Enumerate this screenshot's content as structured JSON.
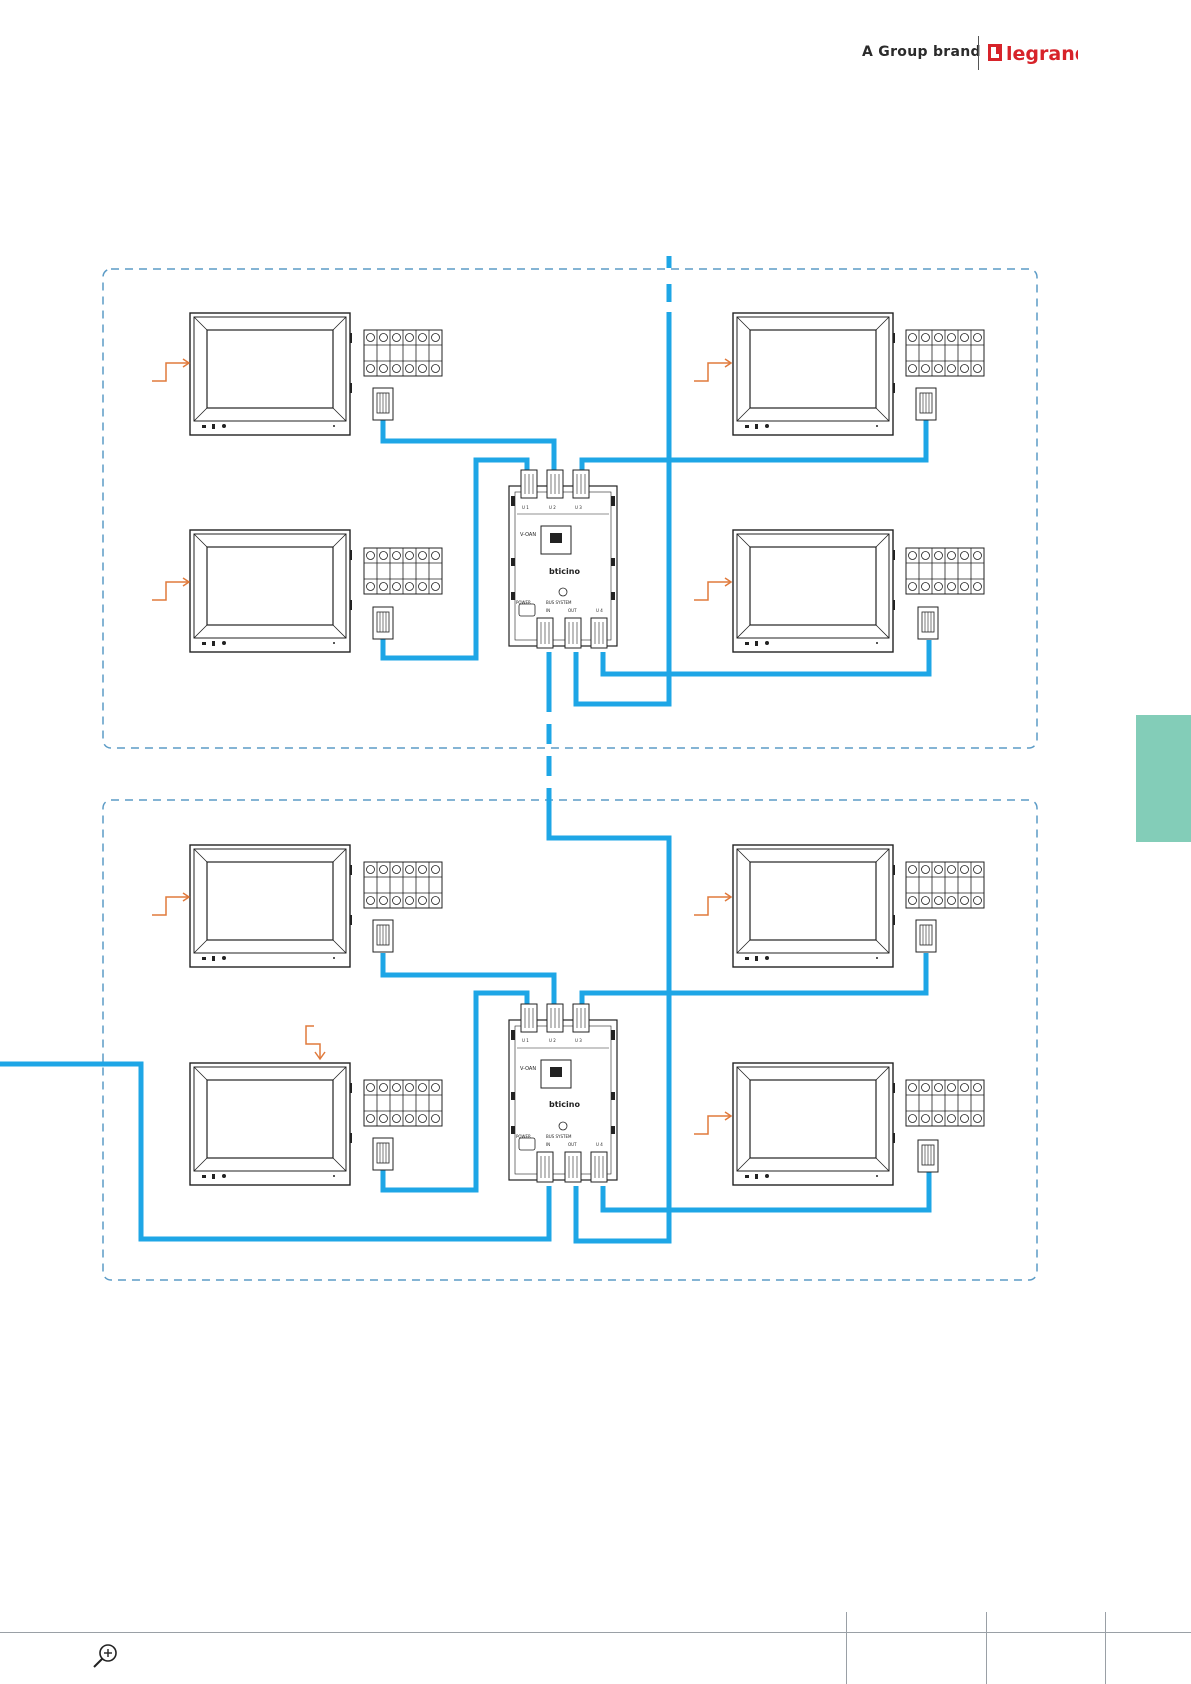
{
  "header": {
    "tagline": "A Group brand",
    "logo_text": "legrand"
  },
  "diagram": {
    "wire_color": "#1ea6e6",
    "frame_color": "#5b9bc6",
    "arrow_color": "#e07a3c",
    "distributor": {
      "brand": "bticino",
      "label_v": "V-OAN",
      "label_power": "POWER",
      "label_bus": "BUS SYSTEM",
      "label_in": "IN",
      "label_out": "OUT",
      "label_u4": "U 4",
      "label_u1": "U 1",
      "label_u2": "U 2",
      "label_u3": "U 3"
    }
  },
  "side_tab": {
    "color": "#83cdb8"
  },
  "footer": {
    "zoom_icon": "zoom-in-icon"
  }
}
